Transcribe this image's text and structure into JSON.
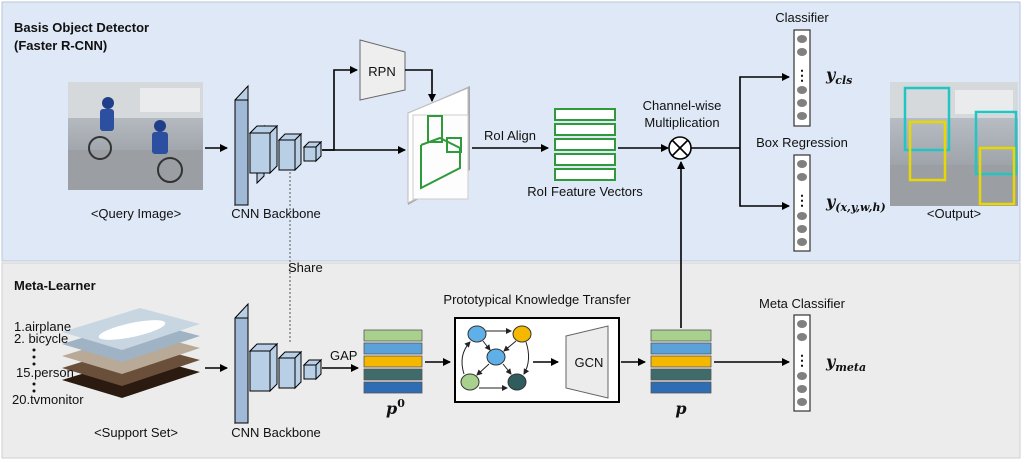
{
  "top_panel": {
    "title_line1": "Basis Object Detector",
    "title_line2": "(Faster R-CNN)",
    "query_label": "<Query Image>",
    "backbone_label": "CNN Backbone",
    "rpn_label": "RPN",
    "roi_align_label": "RoI Align",
    "roi_vectors_label": "RoI Feature Vectors",
    "channel_wise_line1": "Channel-wise",
    "channel_wise_line2": "Multiplication",
    "classifier_label": "Classifier",
    "box_regression_label": "Box Regression",
    "y_cls": "y",
    "y_cls_sub": "cls",
    "y_box": "y",
    "y_box_sub": "(x,y,w,h)",
    "output_label": "<Output>"
  },
  "share_label": "Share",
  "bottom_panel": {
    "title": "Meta-Learner",
    "support_items": [
      "1.airplane",
      "2. bicycle",
      "15.person",
      "20.tvmonitor"
    ],
    "support_label": "<Support Set>",
    "backbone_label": "CNN Backbone",
    "gap_label": "GAP",
    "p0_label": "p",
    "p0_sup": "0",
    "pkt_label": "Prototypical Knowledge Transfer",
    "gcn_label": "GCN",
    "p_label": "p",
    "meta_classifier_label": "Meta Classifier",
    "y_meta": "y",
    "y_meta_sub": "meta"
  },
  "colors": {
    "top_bg": "#dfe8f6",
    "bottom_bg": "#ececec",
    "cnn_blue": "#b9cfe6",
    "roi_green": "#2f9a3a",
    "bar_green": "#a9d18e",
    "bar_blue": "#5aa2d8",
    "bar_yellow": "#f5b800",
    "bar_dark": "#3f6b6b",
    "bar_navy": "#2e6db4",
    "node_blue": "#5fb0e8",
    "node_yellow": "#f5b800",
    "node_green": "#a9d18e",
    "node_dark": "#2f5d5d",
    "neuron_grey": "#808080"
  }
}
